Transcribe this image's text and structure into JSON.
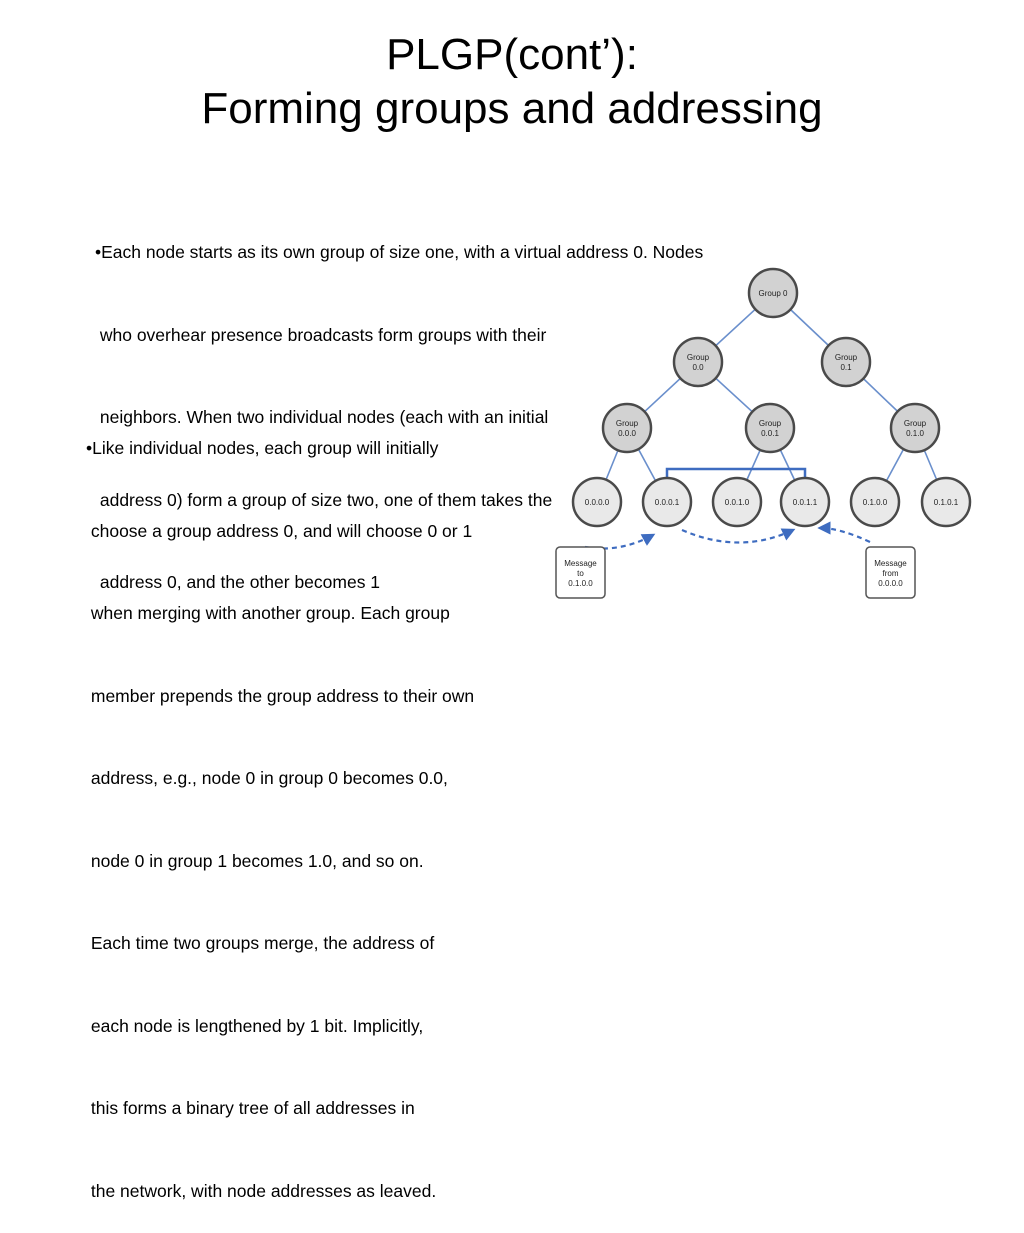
{
  "slide": {
    "title_line1": "PLGP(cont’):",
    "title_line2": "Forming groups and addressing",
    "bullet1_lines": [
      "•Each node starts as its own group of size one, with a virtual address 0. Nodes",
      " who overhear presence broadcasts form groups with their",
      " neighbors. When two individual nodes (each with an initial",
      " address 0) form a group of size two, one of them takes the",
      " address 0, and the other becomes 1"
    ],
    "bullet2_lines": [
      "•Like individual nodes, each group will initially",
      " choose a group address 0, and will choose 0 or 1",
      " when merging with another group. Each group",
      " member prepends the group address to their own",
      " address, e.g., node 0 in group 0 becomes 0.0,",
      " node 0 in group 1 becomes 1.0, and so on.",
      " Each time two groups merge, the address of",
      " each node is lengthened by 1 bit. Implicitly,",
      " this forms a binary tree of all addresses in",
      " the network, with node addresses as leaved."
    ]
  },
  "diagram": {
    "root": {
      "l1": "Group 0"
    },
    "level1": [
      {
        "l1": "Group",
        "l2": "0.0"
      },
      {
        "l1": "Group",
        "l2": "0.1"
      }
    ],
    "level2": [
      {
        "l1": "Group",
        "l2": "0.0.0"
      },
      {
        "l1": "Group",
        "l2": "0.0.1"
      },
      {
        "l1": "Group",
        "l2": "0.1.0"
      }
    ],
    "leaves": [
      "0.0.0.0",
      "0.0.0.1",
      "0.0.1.0",
      "0.0.1.1",
      "0.1.0.0",
      "0.1.0.1"
    ],
    "message_to": {
      "l1": "Message",
      "l2": "to",
      "l3": "0.1.0.0"
    },
    "message_from": {
      "l1": "Message",
      "l2": "from",
      "l3": "0.0.0.0"
    }
  }
}
